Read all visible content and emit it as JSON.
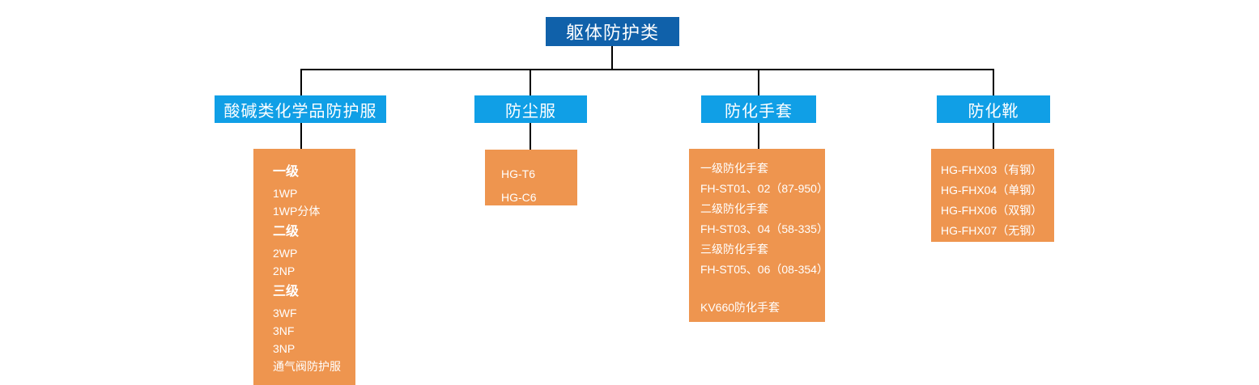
{
  "diagram": {
    "title": "躯体防护类",
    "root": {
      "label": "躯体防护类",
      "color": "#1061aa"
    },
    "branch_color": "#109fe6",
    "panel_color": "#ee954f",
    "line_color": "#000000",
    "branches": [
      {
        "label": "酸碱类化学品防护服",
        "panel_lines": [
          {
            "text": "一级",
            "style": "head"
          },
          {
            "text": "1WP",
            "style": "item"
          },
          {
            "text": "1WP分体",
            "style": "item"
          },
          {
            "text": "二级",
            "style": "head"
          },
          {
            "text": "2WP",
            "style": "item"
          },
          {
            "text": "2NP",
            "style": "item"
          },
          {
            "text": "三级",
            "style": "head"
          },
          {
            "text": "3WF",
            "style": "item"
          },
          {
            "text": "3NF",
            "style": "item"
          },
          {
            "text": "3NP",
            "style": "item"
          },
          {
            "text": "通气阀防护服",
            "style": "item"
          }
        ]
      },
      {
        "label": "防尘服",
        "panel_lines": [
          {
            "text": "HG-T6",
            "style": "item"
          },
          {
            "text": "HG-C6",
            "style": "item"
          }
        ]
      },
      {
        "label": "防化手套",
        "panel_lines": [
          {
            "text": "一级防化手套",
            "style": "item"
          },
          {
            "text": "FH-ST01、02（87-950）",
            "style": "item"
          },
          {
            "text": "二级防化手套",
            "style": "item"
          },
          {
            "text": "FH-ST03、04（58-335）",
            "style": "item"
          },
          {
            "text": "三级防化手套",
            "style": "item"
          },
          {
            "text": "FH-ST05、06（08-354）",
            "style": "item"
          },
          {
            "text": "",
            "style": "spacer"
          },
          {
            "text": "KV660防化手套",
            "style": "item"
          }
        ]
      },
      {
        "label": "防化靴",
        "panel_lines": [
          {
            "text": "HG-FHX03（有钢）",
            "style": "item"
          },
          {
            "text": "HG-FHX04（单钢）",
            "style": "item"
          },
          {
            "text": "HG-FHX06（双钢）",
            "style": "item"
          },
          {
            "text": "HG-FHX07（无钢）",
            "style": "item"
          }
        ]
      }
    ]
  }
}
